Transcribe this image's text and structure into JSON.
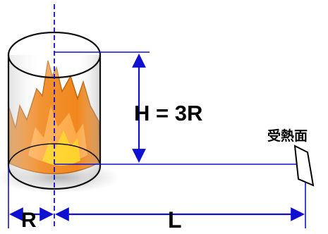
{
  "labels": {
    "height": "H = 3R",
    "radius": "R",
    "distance": "L",
    "receiver": "受熱面"
  },
  "colors": {
    "dimension_line": "#1010d0",
    "fire_outer": "#f08010",
    "fire_mid": "#ffa640",
    "fire_inner": "#ffd020",
    "cylinder_edge": "#111111"
  },
  "icons": {
    "fire": "flame-icon",
    "receiver": "parallelogram-panel"
  }
}
